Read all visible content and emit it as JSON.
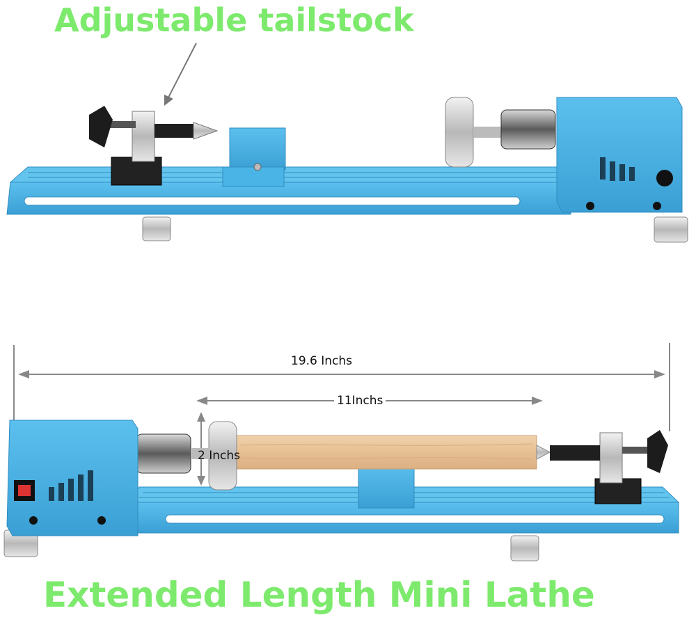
{
  "captions": {
    "top": "Adjustable tailstock",
    "bottom": "Extended Length Mini Lathe"
  },
  "dimensions": {
    "overall": "19.6 Inchs",
    "work_length": "11Inchs",
    "diameter": "2 Inchs"
  },
  "colors": {
    "caption": "#7dea6d",
    "body_blue": "#44ace0",
    "wood": "#e8c49a"
  }
}
